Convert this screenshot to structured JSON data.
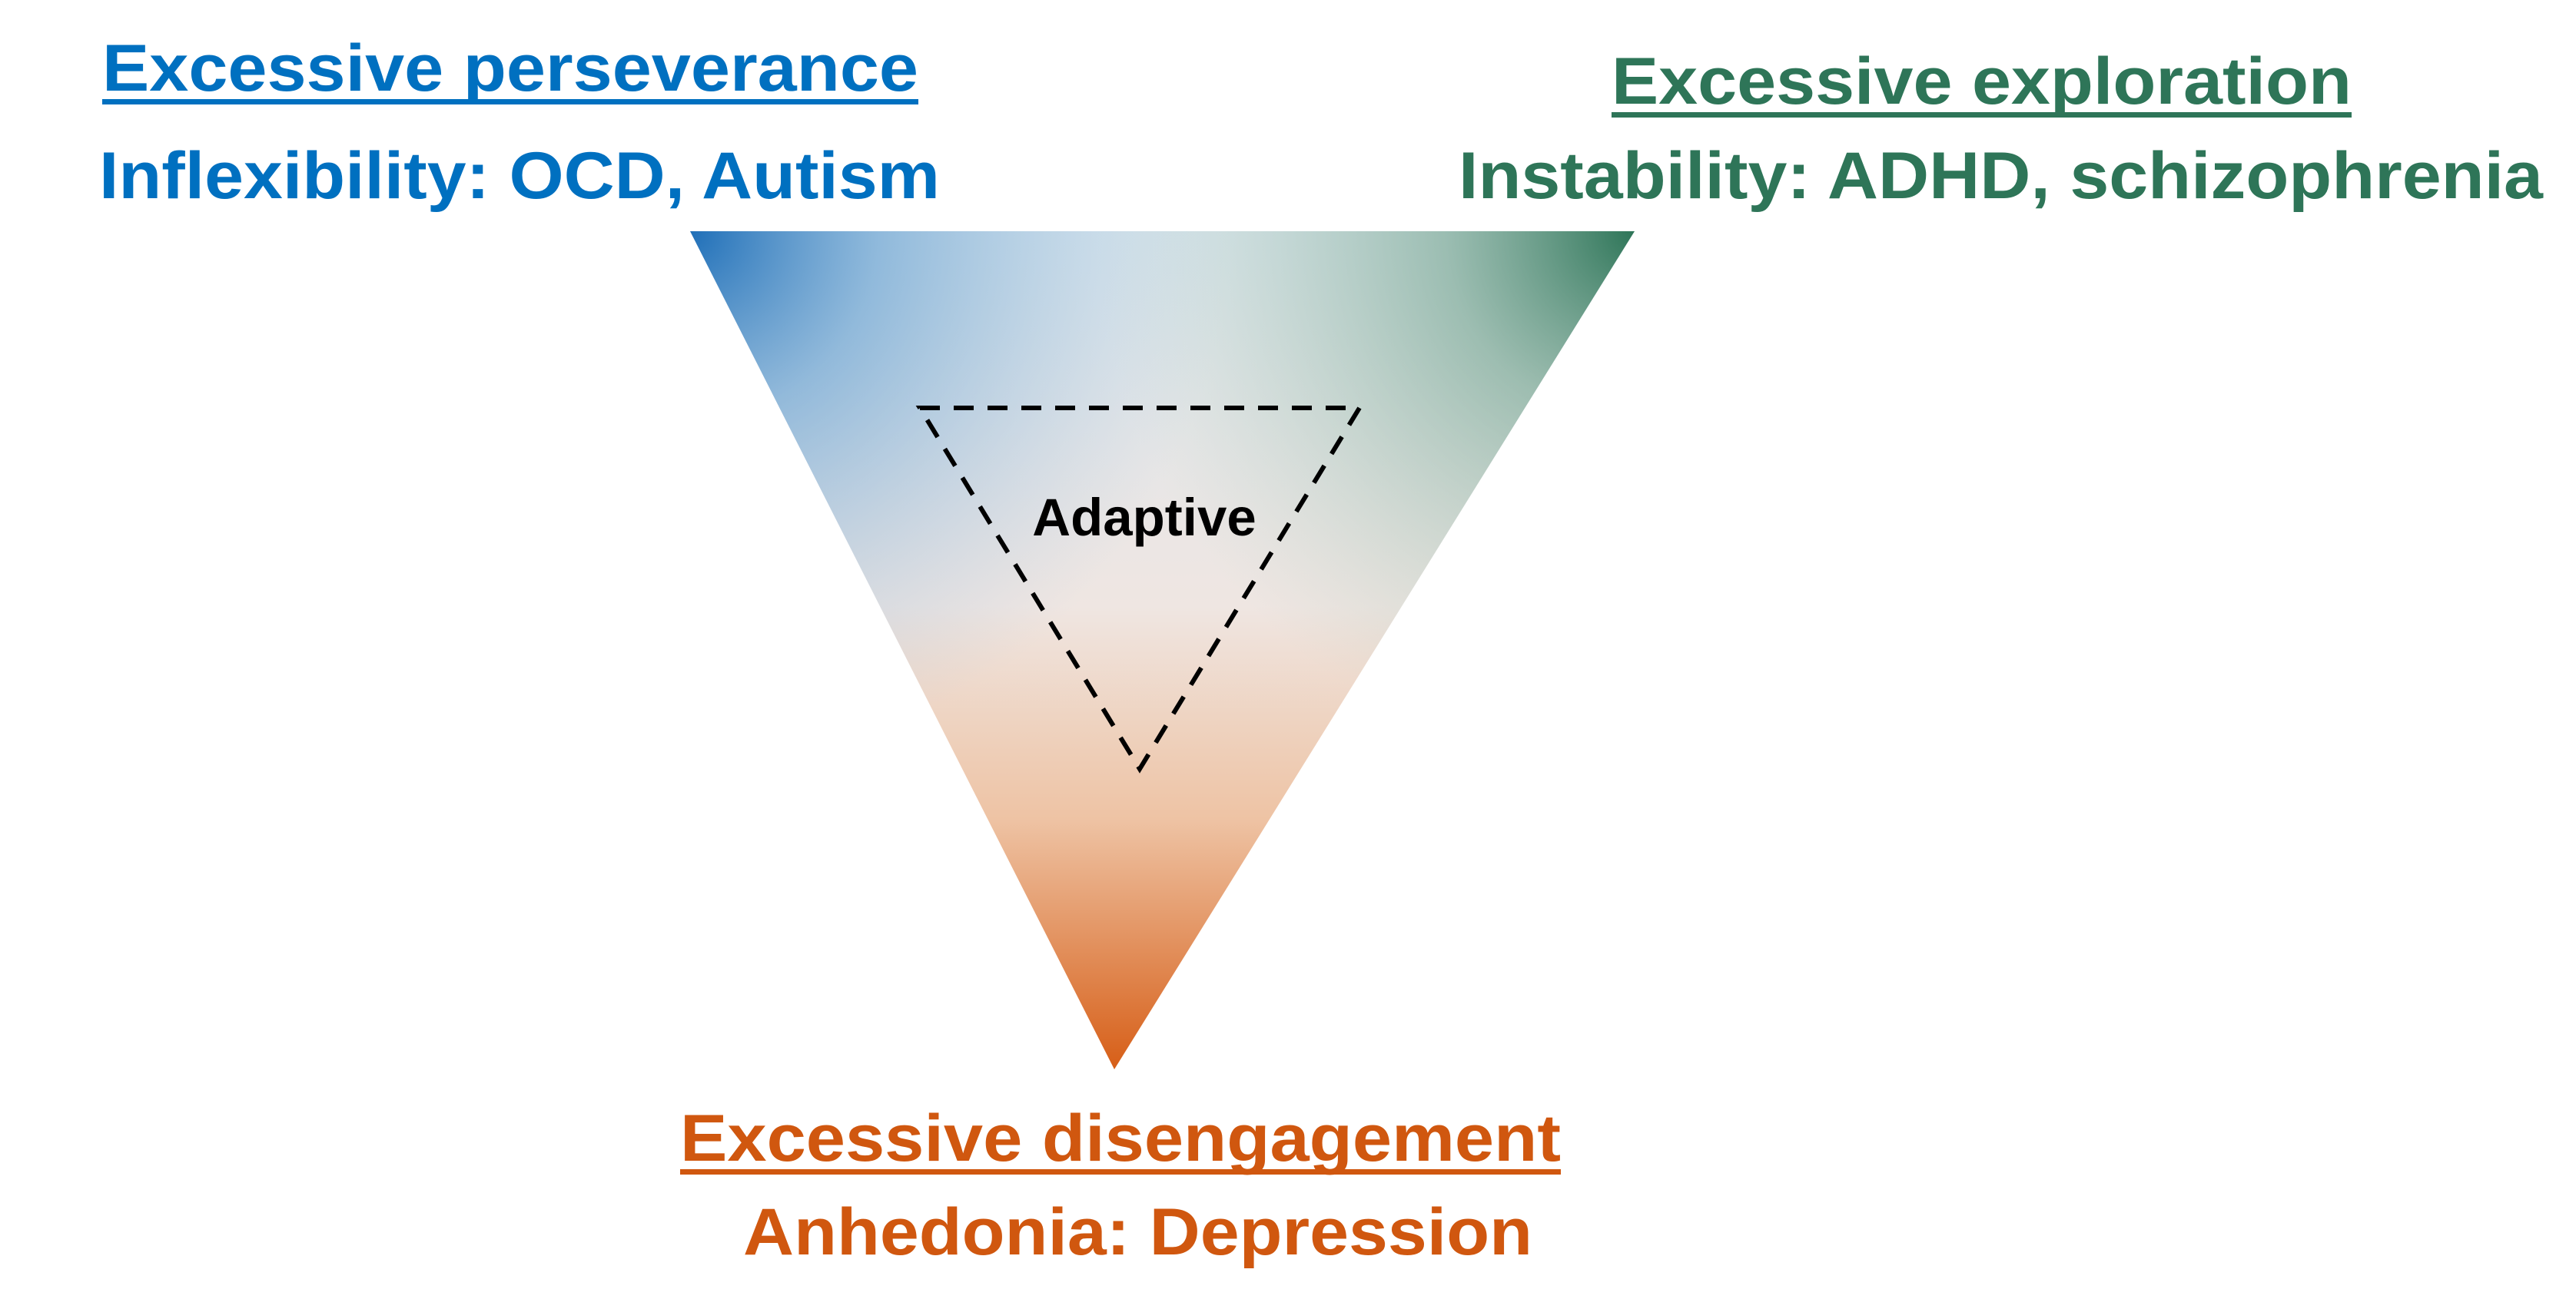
{
  "corners": {
    "perseverance": {
      "title": "Excessive perseverance",
      "subtitle": "Inflexibility: OCD, Autism",
      "color": "#0070c0"
    },
    "exploration": {
      "title": "Excessive exploration",
      "subtitle": "Instability: ADHD, schizophrenia",
      "color": "#2e7558"
    },
    "disengagement": {
      "title": "Excessive disengagement",
      "subtitle": "Anhedonia: Depression",
      "color": "#d0570f"
    }
  },
  "center": {
    "label": "Adaptive"
  }
}
